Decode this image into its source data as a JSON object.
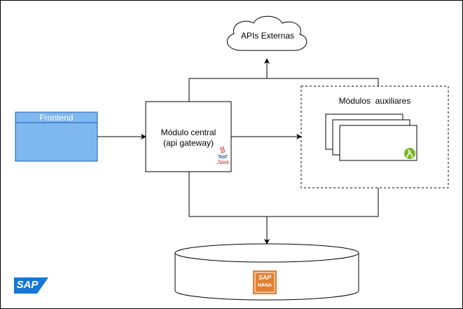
{
  "nodes": {
    "frontend": {
      "label": "Frontend"
    },
    "central": {
      "label_line1": "Módulo central",
      "label_line2": "(api gateway)",
      "java_logo_text": "Java"
    },
    "auxiliares": {
      "label": "Módulos  auxiliares",
      "lambda_icon": "lambda-icon"
    },
    "apis_externas": {
      "label": "APIs Externas"
    },
    "hana": {
      "logo_top": "SAP",
      "logo_bottom": "HANA",
      "icon": "sap-hana-icon"
    },
    "sap_logo": {
      "text": "SAP"
    }
  },
  "colors": {
    "frontend_fill": "#7fb8f0",
    "frontend_stroke": "#1a5eb0",
    "hana_orange": "#e37f2f",
    "sap_blue": "#1677d6",
    "lambda_green": "#7ab928",
    "java_red": "#d0242a"
  }
}
